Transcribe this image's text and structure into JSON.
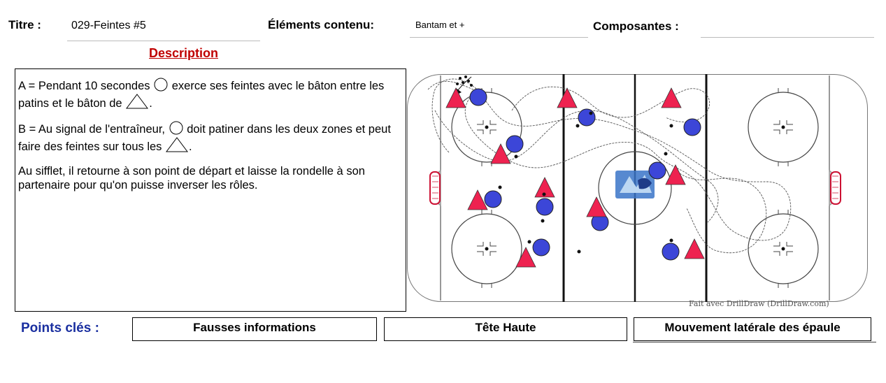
{
  "header": {
    "title_label": "Titre :",
    "title_value": "029-Feintes #5",
    "content_label": "Éléments contenu:",
    "content_value": "Bantam et +",
    "components_label": "Composantes :",
    "components_value": ""
  },
  "description": {
    "heading": "Description",
    "para_a_1": "A = Pendant 10 secondes",
    "para_a_2": "exerce ses feintes avec le bâton entre les patins et le bâton de",
    "para_a_3": ".",
    "para_b_1": "B = Au signal de l'entraîneur,",
    "para_b_2": "doit patiner dans les deux zones et peut faire des feintes sur tous les",
    "para_b_3": ".",
    "para_c": "Au sifflet, il retourne à son point de départ et laisse la rondelle à son partenaire pour qu'on puisse inverser les rôles."
  },
  "diagram": {
    "credit": "Fait avec DrillDraw (DrillDraw.com)",
    "colors": {
      "player_circle": "#3c46d8",
      "player_triangle": "#ee2250",
      "line_red": "#cc1133",
      "crease": "#c8c8c8"
    }
  },
  "key_points": {
    "label": "Points clés :",
    "items": [
      "Fausses informations",
      "Tête Haute",
      "Mouvement latérale des épaule"
    ]
  }
}
